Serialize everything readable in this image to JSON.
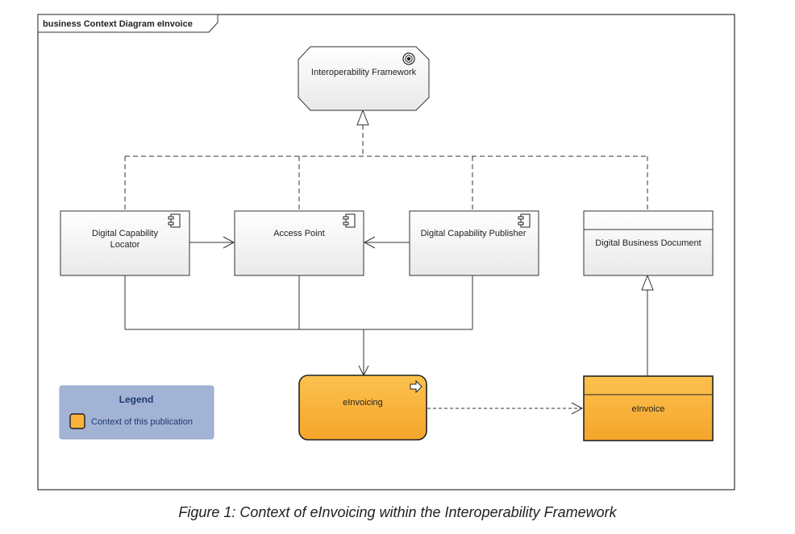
{
  "frame": {
    "title": "business Context Diagram eInvoice"
  },
  "nodes": {
    "framework": {
      "label": "Interoperability Framework"
    },
    "locator": {
      "label_line1": "Digital Capability",
      "label_line2": "Locator"
    },
    "access_point": {
      "label": "Access Point"
    },
    "publisher": {
      "label": "Digital Capability Publisher"
    },
    "business_doc": {
      "label": "Digital Business Document"
    },
    "einvoicing": {
      "label": "eInvoicing"
    },
    "einvoice": {
      "label": "eInvoice"
    }
  },
  "legend": {
    "title": "Legend",
    "item_label": "Context of this publication"
  },
  "caption": "Figure 1: Context of eInvoicing within the Interoperability Framework",
  "colors": {
    "highlight_fill": "#f9b33c",
    "legend_bg": "#a3b3d6",
    "legend_text": "#1f3a6e"
  }
}
